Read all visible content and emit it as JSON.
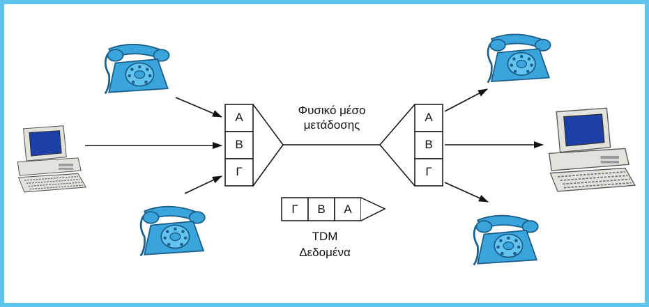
{
  "colors": {
    "frame": "#5fc4ec",
    "phone_body": "#3aa5dc",
    "phone_dark": "#1c5f8a",
    "computer_case": "#e3e3de",
    "screen": "#1d3fa8",
    "line": "#111111"
  },
  "multiplexer": {
    "slots": [
      "A",
      "B",
      "Γ"
    ]
  },
  "demultiplexer": {
    "slots": [
      "A",
      "B",
      "Γ"
    ]
  },
  "medium_label_line1": "Φυσικό μέσο",
  "medium_label_line2": "μετάδοσης",
  "tdm_frame": {
    "slots": [
      "Γ",
      "B",
      "A"
    ]
  },
  "tdm_caption_line1": "TDM",
  "tdm_caption_line2": "Δεδομένα",
  "sources": [
    {
      "icon": "telephone-icon"
    },
    {
      "icon": "computer-icon"
    },
    {
      "icon": "telephone-icon"
    }
  ],
  "destinations": [
    {
      "icon": "telephone-icon"
    },
    {
      "icon": "computer-icon"
    },
    {
      "icon": "telephone-icon"
    }
  ]
}
